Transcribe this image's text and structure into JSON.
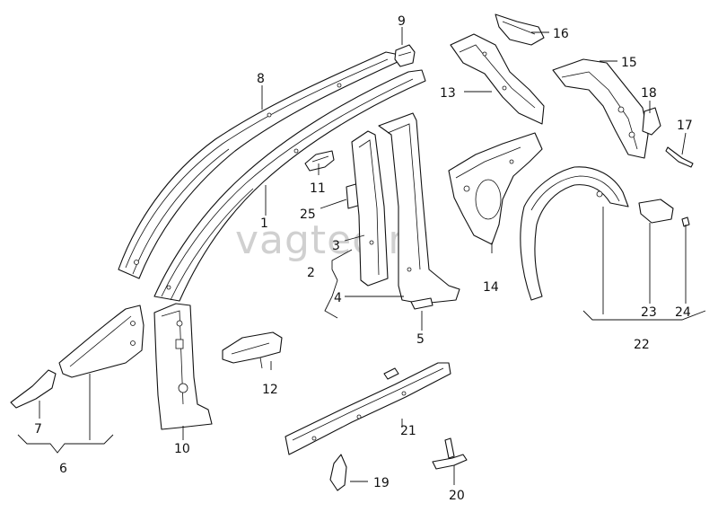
{
  "watermark": "vagtec.ru",
  "callouts": {
    "c1": "1",
    "c2": "2",
    "c3": "3",
    "c4": "4",
    "c5": "5",
    "c6": "6",
    "c7": "7",
    "c8": "8",
    "c9": "9",
    "c10": "10",
    "c11": "11",
    "c12": "12",
    "c13": "13",
    "c14": "14",
    "c15": "15",
    "c16": "16",
    "c17": "17",
    "c18": "18",
    "c19": "19",
    "c20": "20",
    "c21": "21",
    "c22": "22",
    "c23": "23",
    "c24": "24",
    "c25": "25"
  },
  "colors": {
    "line": "#111111",
    "background": "#ffffff",
    "watermark": "#c8c8c8"
  }
}
